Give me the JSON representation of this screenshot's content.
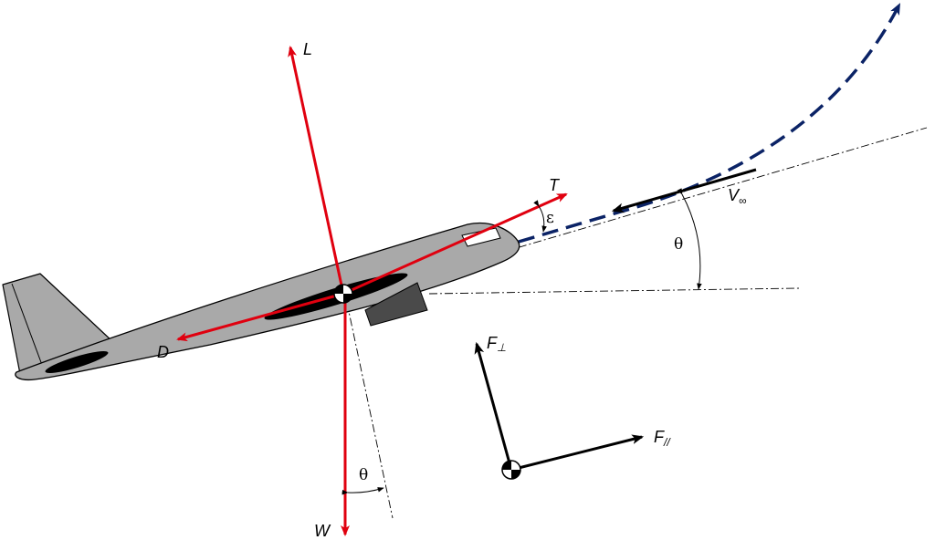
{
  "colors": {
    "force": "#e0000f",
    "path": "#0b2366",
    "fuselage": "#a9a9a9",
    "outline": "#000000",
    "engine": "#4a4a4a"
  },
  "labels": {
    "lift": "L",
    "drag": "D",
    "thrust": "T",
    "weight": "W",
    "epsilon": "ε",
    "theta_flight": "θ",
    "theta_weight": "θ",
    "velocity": {
      "main": "V",
      "sub": "∞"
    },
    "f_perp": {
      "main": "F",
      "sub": "⊥"
    },
    "f_par": {
      "main": "F",
      "sub": "//"
    }
  }
}
